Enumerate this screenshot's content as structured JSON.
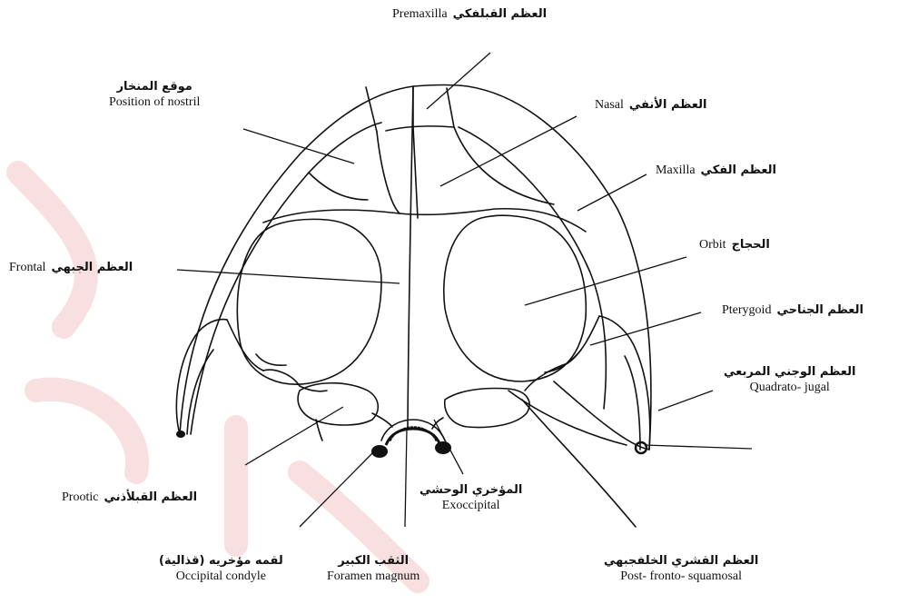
{
  "labels": {
    "premaxilla": {
      "en": "Premaxilla",
      "ar": "العظم القبلفكي"
    },
    "nostril": {
      "en": "Position of nostril",
      "ar": "موقع المنخار"
    },
    "nasal": {
      "en": "Nasal",
      "ar": "العظم الأنفي"
    },
    "maxilla": {
      "en": "Maxilla",
      "ar": "العظم الفكي"
    },
    "orbit": {
      "en": "Orbit",
      "ar": "الحجاج"
    },
    "frontal": {
      "en": "Frontal",
      "ar": "العظم الجبهي"
    },
    "pterygoid": {
      "en": "Pterygoid",
      "ar": "العظم الجناحي"
    },
    "quadratojugal": {
      "en": "Quadrato- jugal",
      "ar": "العظم الوجني المربعي"
    },
    "prootic": {
      "en": "Prootic",
      "ar": "العظم القبلأذني"
    },
    "exoccipital": {
      "en": "Exoccipital",
      "ar": "المؤخري الوحشي"
    },
    "occipital_condyle": {
      "en": "Occipital condyle",
      "ar": "لقمه مؤخريه (قذالية)"
    },
    "foramen_magnum": {
      "en": "Foramen magnum",
      "ar": "الثقب الكبير"
    },
    "post_fronto_squamosal": {
      "en": "Post- fronto- squamosal",
      "ar": "العظم القشري الخلفجبهي"
    }
  },
  "colors": {
    "ink": "#111111",
    "watermark": "#f4c6c6"
  }
}
